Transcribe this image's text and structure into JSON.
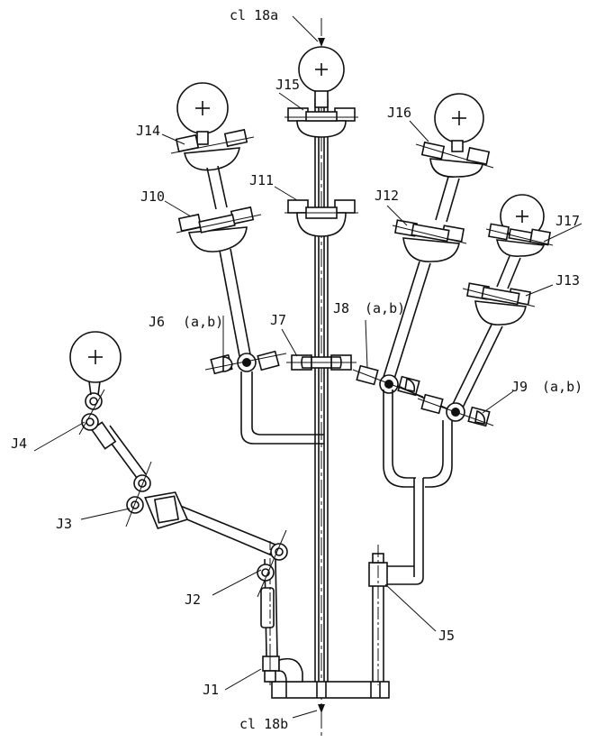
{
  "diagram": {
    "centerline_top": "cl 18a",
    "centerline_bottom": "cl 18b",
    "joints": {
      "j1": "J1",
      "j2": "J2",
      "j3": "J3",
      "j4": "J4",
      "j5": "J5",
      "j6": "J6",
      "j6_suffix": "(a,b)",
      "j7": "J7",
      "j8": "J8",
      "j8_suffix": "(a,b)",
      "j9": "J9",
      "j9_suffix": "(a,b)",
      "j10": "J10",
      "j11": "J11",
      "j12": "J12",
      "j13": "J13",
      "j14": "J14",
      "j15": "J15",
      "j16": "J16",
      "j17": "J17"
    },
    "center_mark": "+"
  }
}
